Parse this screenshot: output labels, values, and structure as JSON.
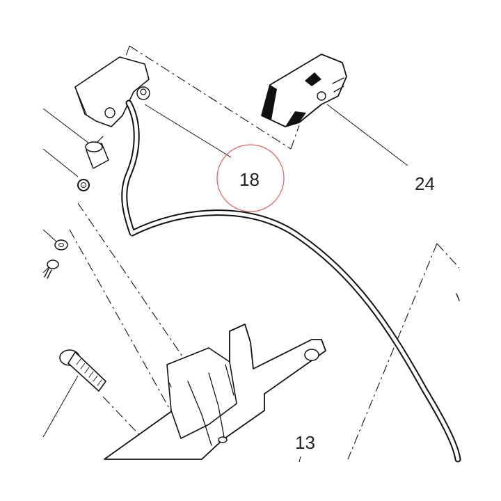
{
  "diagram": {
    "callouts": [
      {
        "id": "18",
        "label": "18",
        "highlighted": true
      },
      {
        "id": "24",
        "label": "24",
        "highlighted": false
      },
      {
        "id": "13",
        "label": "13",
        "highlighted": false
      }
    ],
    "highlight_color": "#e05a5a",
    "line_color": "#111111"
  }
}
